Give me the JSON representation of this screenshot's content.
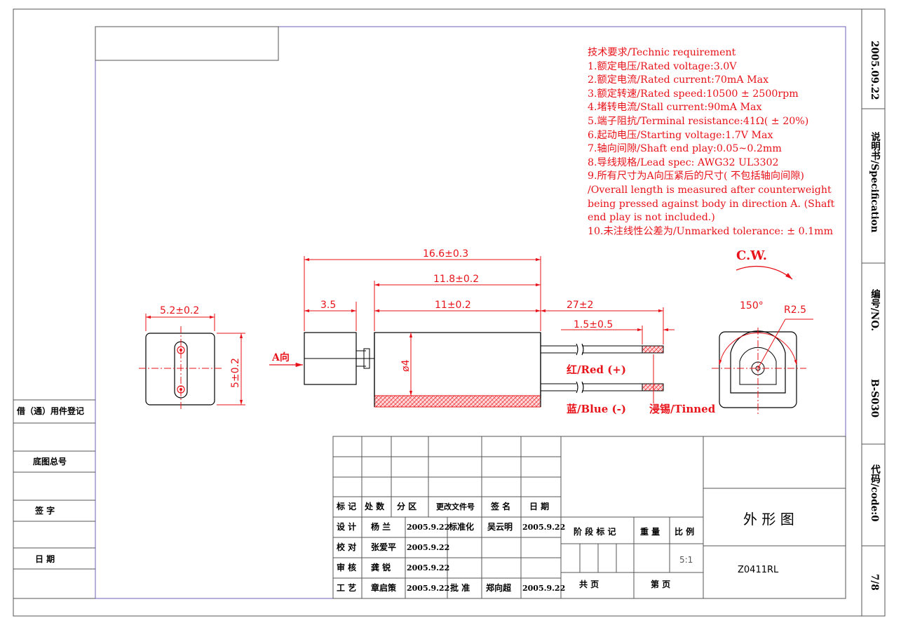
{
  "requirements": {
    "title": "技术要求/Technic requirement",
    "items": [
      "1.额定电压/Rated voltage:3.0V",
      "2.额定电流/Rated current:70mA Max",
      "3.额定转速/Rated speed:10500 ± 2500rpm",
      "4.堵转电流/Stall current:90mA Max",
      "5.端子阻抗/Terminal resistance:41Ω( ± 20%)",
      "6.起动电压/Starting voltage:1.7V  Max",
      "7.轴向间隙/Shaft end play:0.05~0.2mm",
      "8.导线规格/Lead spec:  AWG32 UL3302",
      "9.所有尺寸为A向压紧后的尺寸( 不包括轴向间隙)",
      "/Overall length is measured after counterweight",
      "being pressed against body in direction A. (Shaft",
      "end play is not included.)",
      "10.未注线性公差为/Unmarked tolerance: ± 0.1mm"
    ]
  },
  "dimensions": {
    "overall_length": "16.6±0.3",
    "body_length_overall": "11.8±0.2",
    "body_length": "11±0.2",
    "weight_length": "3.5",
    "lead_length": "27±2",
    "strip_length": "1.5±0.5",
    "diameter": "ø4",
    "front_width": "5.2±0.2",
    "front_height": "5±0.2",
    "angle": "150°",
    "radius": "R2.5"
  },
  "labels": {
    "direction_a": "A向",
    "rotation": "C.W.",
    "red_lead": "红/Red (+)",
    "blue_lead": "蓝/Blue (-)",
    "tinned": "浸锡/Tinned"
  },
  "side_strip": {
    "date": "2005.09.22",
    "doc_type": "说明书/Specification",
    "number_prefix": "编号/NO.",
    "number_suffix": "B-S030",
    "code": "代码/code:0",
    "page": "7/8"
  },
  "left_column": {
    "borrow": "借（通）用件登记",
    "base_no": "底图总号",
    "signature": "签    字",
    "date": "日    期"
  },
  "title_block": {
    "header": [
      "标 记",
      "处 数",
      "分  区",
      "更改文件号",
      "签  名",
      "日  期"
    ],
    "rows": [
      {
        "role": "设 计",
        "name": "杨  兰",
        "date": "2005.9.22",
        "role2": "标准化",
        "name2": "吴云明",
        "date2": "2005.9.22"
      },
      {
        "role": "校 对",
        "name": "张爱平",
        "date": "2005.9.22",
        "role2": "",
        "name2": "",
        "date2": ""
      },
      {
        "role": "审 核",
        "name": "龚  锐",
        "date": "2005.9.22",
        "role2": "",
        "name2": "",
        "date2": ""
      },
      {
        "role": "工 艺",
        "name": "章启策",
        "date": "2005.9.22",
        "role2": "批 准",
        "name2": "郑向超",
        "date2": "2005.9.22"
      }
    ],
    "stage_mark": "阶 段 标 记",
    "weight": "重 量",
    "scale": "比 例",
    "scale_value": "5:1",
    "total_pages": "共      页",
    "page_no": "第      页",
    "drawing_title": "外  形  图",
    "part_no": "Z0411RL"
  }
}
